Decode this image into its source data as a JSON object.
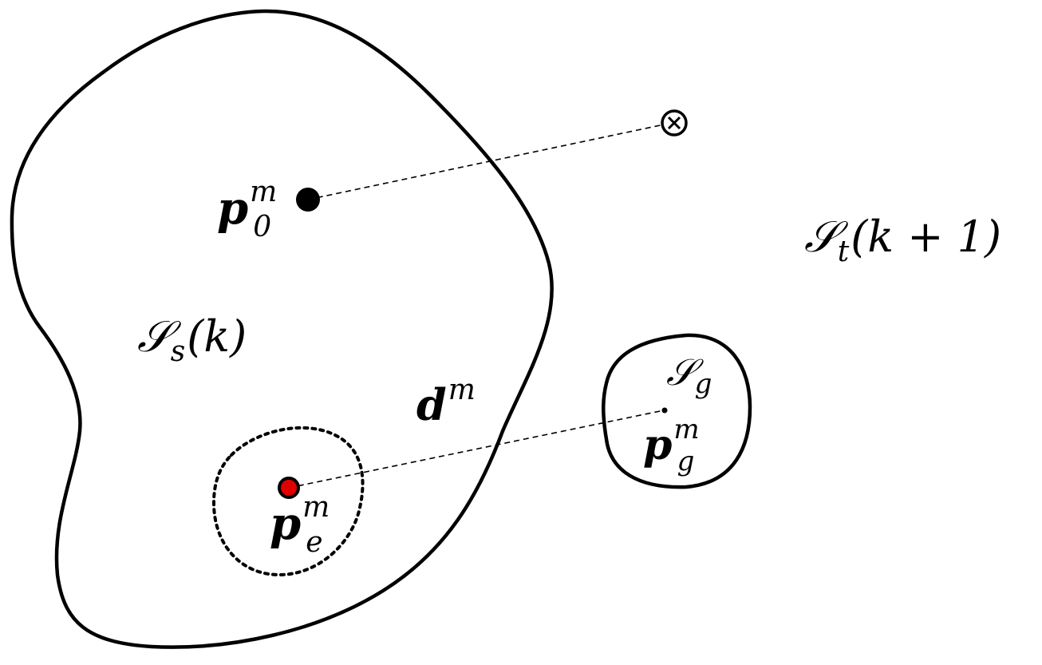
{
  "labels": {
    "region_s": {
      "main": "𝒮",
      "sub": "s",
      "tail": "(k)"
    },
    "region_t": {
      "main": "𝒮",
      "sub": "t",
      "tail": "(k + 1)"
    },
    "region_g": {
      "main": "𝒮",
      "sub": "g"
    },
    "point_p0": {
      "main": "p",
      "sup": "m",
      "sub": "0"
    },
    "point_pe": {
      "main": "p",
      "sup": "m",
      "sub": "e"
    },
    "point_pg": {
      "main": "p",
      "sup": "m",
      "sub": "g"
    },
    "vector_d": {
      "main": "d",
      "sup": "m"
    }
  },
  "markers": {
    "target_symbol": "⊗"
  },
  "colors": {
    "stroke": "#000000",
    "highlight_point": "#e00000",
    "background": "#ffffff"
  }
}
